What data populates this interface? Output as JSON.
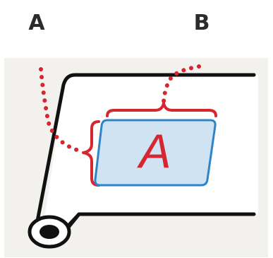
{
  "labels": {
    "a": "A",
    "b": "B",
    "card_letter": "A"
  },
  "colors": {
    "panel_background": "#f3f1ee",
    "sheet_fill": "#ffffff",
    "outline": "#111111",
    "dotted_guide": "#d6262f",
    "brace": "#d6262f",
    "card_fill": "#cfe3f3",
    "card_border": "#2f84c8",
    "card_letter": "#d6262f",
    "top_label": "#2c2c2c"
  },
  "icons": {
    "roll": "paper-roll-icon"
  }
}
